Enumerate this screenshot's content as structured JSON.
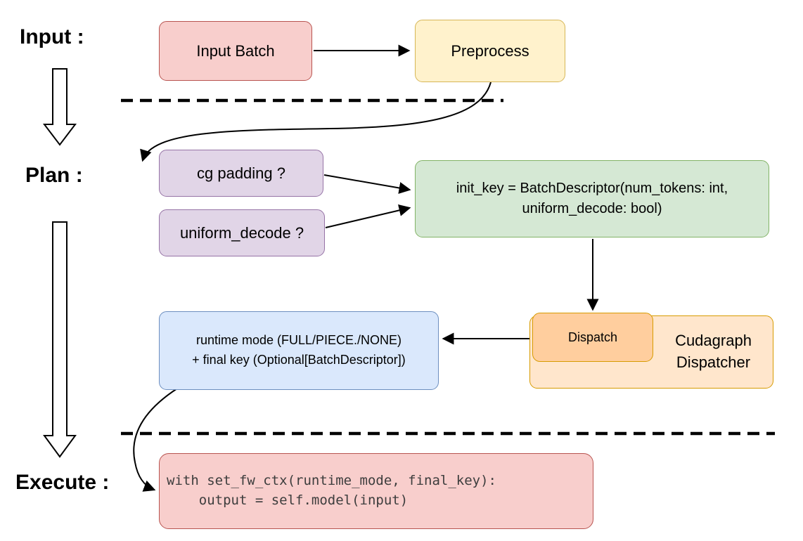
{
  "stages": {
    "input": "Input :",
    "plan": "Plan :",
    "execute": "Execute :"
  },
  "nodes": {
    "input_batch": {
      "label": "Input Batch"
    },
    "preprocess": {
      "label": "Preprocess"
    },
    "cg_padding": {
      "label": "cg padding ?"
    },
    "uniform_decode": {
      "label": "uniform_decode ?"
    },
    "init_key": {
      "label": "init_key = BatchDescriptor(num_tokens: int,\nuniform_decode: bool)"
    },
    "dispatch": {
      "label": "Dispatch"
    },
    "cudagraph_dispatcher": {
      "label": "Cudagraph\nDispatcher"
    },
    "runtime_mode": {
      "label": "runtime mode (FULL/PIECE./NONE)\n+ final key (Optional[BatchDescriptor])"
    },
    "execute_code": {
      "label": "with set_fw_ctx(runtime_mode, final_key):\n    output = self.model(input)"
    }
  },
  "colors": {
    "red_fill": "#f8cecc",
    "red_border": "#b85450",
    "yellow_fill": "#fff2cc",
    "yellow_border": "#d6b656",
    "purple_fill": "#e1d5e7",
    "purple_border": "#9673a6",
    "green_fill": "#d5e8d4",
    "green_border": "#82b366",
    "blue_fill": "#dae8fc",
    "blue_border": "#6c8ebf",
    "orange_fill": "#ffe6cc",
    "orange_inner_fill": "#ffce9e",
    "orange_border": "#d79b00",
    "arrow": "#000000"
  }
}
